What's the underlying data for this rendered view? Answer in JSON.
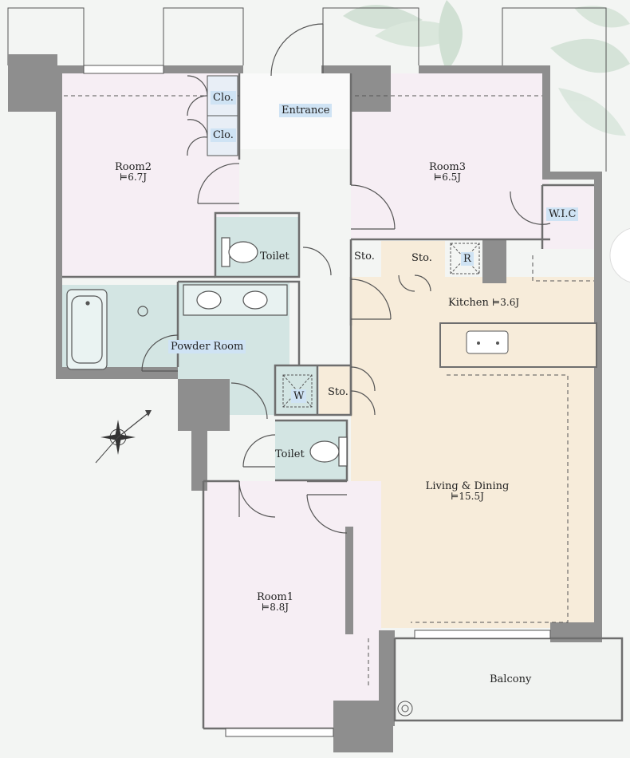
{
  "rooms": {
    "room2": {
      "name": "Room2",
      "size": "6.7J"
    },
    "room3": {
      "name": "Room3",
      "size": "6.5J"
    },
    "room1": {
      "name": "Room1",
      "size": "8.8J"
    },
    "kitchen": {
      "name": "Kitchen",
      "size": "3.6J"
    },
    "living": {
      "name": "Living & Dining",
      "size": "15.5J"
    },
    "entrance": "Entrance",
    "powder_room": "Powder Room",
    "toilet_upper": "Toilet",
    "toilet_lower": "Toilet",
    "balcony": "Balcony",
    "closet_1": "Clo.",
    "closet_2": "Clo.",
    "wic": "W.I.C",
    "storage_a": "Sto.",
    "storage_b": "Sto.",
    "storage_c": "Sto.",
    "refrigerator": "R",
    "washer": "W"
  },
  "tatami_symbol": "⊨",
  "colors": {
    "wall": "#8e8e8e",
    "bedroom_fill": "#f6eef4",
    "wet_area_fill": "#d3e5e3",
    "living_fill": "#f7ecda",
    "tag_fill": "#cfe3f4",
    "background": "#f3f5f3"
  },
  "icons": [
    "compass-rose-icon",
    "bathtub-icon",
    "toilet-icon",
    "sink-icon",
    "leaf-decoration-icon"
  ]
}
